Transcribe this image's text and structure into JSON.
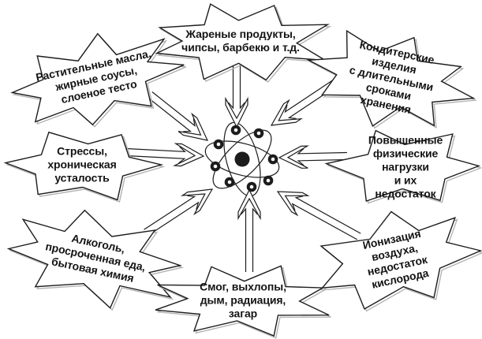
{
  "diagram": {
    "center_symbol": "atom",
    "colors": {
      "ink": "#1c1c1c",
      "background": "#ffffff",
      "shadow": "#b3b3b3"
    },
    "factors": [
      {
        "position": "top-left",
        "label": "Растительные масла,\nжирные соусы,\nслоеное тесто"
      },
      {
        "position": "top-center",
        "label": "Жареные продукты,\nчипсы, барбекю и т.д."
      },
      {
        "position": "top-right",
        "label": "Кондитерские изделия\nс длительными\nсроками хранения"
      },
      {
        "position": "middle-left",
        "label": "Стрессы,\nхроническая\nусталость"
      },
      {
        "position": "middle-right",
        "label": "Повышенные\nфизические нагрузки\nи их недостаток"
      },
      {
        "position": "bottom-left",
        "label": "Алкоголь,\nпросроченная еда,\nбытовая химия"
      },
      {
        "position": "bottom-center",
        "label": "Смог, выхлопы,\nдым, радиация,\nзагар"
      },
      {
        "position": "bottom-right",
        "label": "Ионизация воздуха,\nнедостаток\nкислорода"
      }
    ]
  }
}
